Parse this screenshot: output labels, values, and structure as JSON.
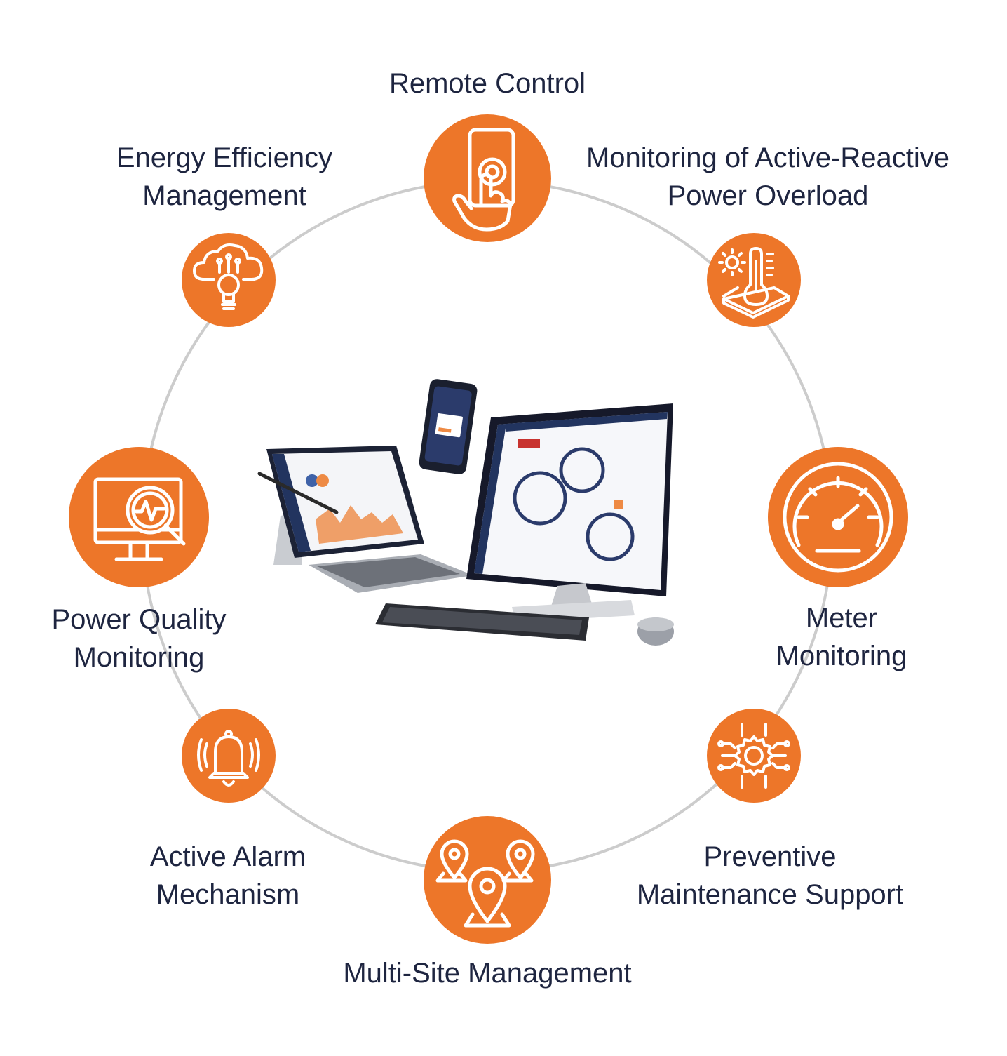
{
  "colors": {
    "accent": "#ed7629",
    "text": "#1e2540",
    "ring": "#cccccc",
    "icon": "#ffffff"
  },
  "features": [
    {
      "id": "remote-control",
      "icon": "phone-touch-icon",
      "lines": [
        "Remote Control"
      ]
    },
    {
      "id": "power-overload",
      "icon": "temperature-gauge-icon",
      "lines": [
        "Monitoring of Active-Reactive",
        "Power Overload"
      ]
    },
    {
      "id": "meter-monitoring",
      "icon": "speedometer-icon",
      "lines": [
        "Meter",
        "Monitoring"
      ]
    },
    {
      "id": "preventive-maintenance",
      "icon": "gear-circuit-icon",
      "lines": [
        "Preventive",
        "Maintenance Support"
      ]
    },
    {
      "id": "multi-site",
      "icon": "map-pins-icon",
      "lines": [
        "Multi-Site Management"
      ]
    },
    {
      "id": "active-alarm",
      "icon": "bell-icon",
      "lines": [
        "Active Alarm",
        "Mechanism"
      ]
    },
    {
      "id": "power-quality",
      "icon": "monitor-magnifier-icon",
      "lines": [
        "Power Quality",
        "Monitoring"
      ]
    },
    {
      "id": "energy-efficiency",
      "icon": "cloud-bulb-icon",
      "lines": [
        "Energy Efficiency",
        "Management"
      ]
    }
  ],
  "center_image": {
    "icon": "devices-illustration"
  }
}
